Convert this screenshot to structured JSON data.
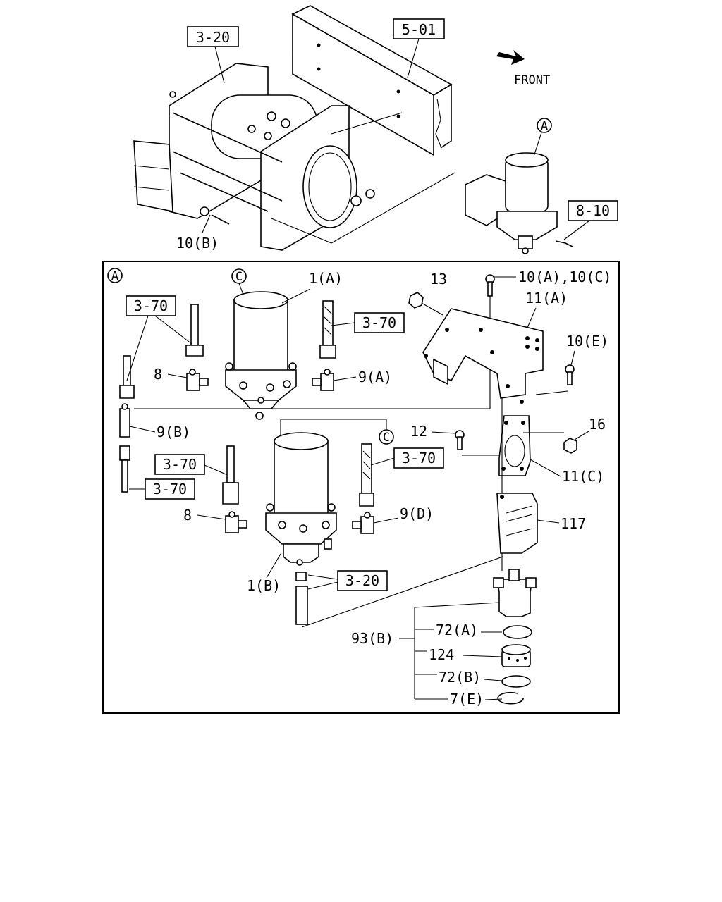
{
  "top": {
    "ref_frame": "3-20",
    "ref_chassis": "5-01",
    "front": "FRONT",
    "ref_harness": "8-10",
    "bolt": "10(B)",
    "circle_a": "A"
  },
  "detail": {
    "circle_a": "A",
    "circle_c1": "C",
    "circle_c2": "C",
    "dryer_a": "1(A)",
    "dryer_b": "1(B)",
    "ref_3_70_a": "3-70",
    "ref_3_70_b": "3-70",
    "ref_3_70_c": "3-70",
    "ref_3_70_d": "3-70",
    "ref_3_70_e": "3-70",
    "ref_3_20": "3-20",
    "p8_a": "8",
    "p8_b": "8",
    "p9a": "9(A)",
    "p9b": "9(B)",
    "p9d": "9(D)",
    "p13": "13",
    "p10ac": "10(A),10(C)",
    "p11a": "11(A)",
    "p10e": "10(E)",
    "p12": "12",
    "p16": "16",
    "p11c": "11(C)",
    "p117": "117",
    "p93b": "93(B)",
    "p72a": "72(A)",
    "p124": "124",
    "p72b": "72(B)",
    "p7e": "7(E)"
  }
}
